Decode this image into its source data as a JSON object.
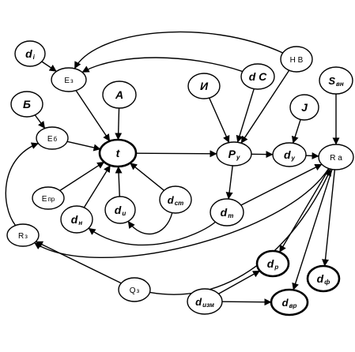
{
  "nodes": [
    {
      "id": "di",
      "main": "d",
      "sub": "i",
      "style": "b"
    },
    {
      "id": "Ez",
      "main": "E",
      "sub": "з",
      "style": "r"
    },
    {
      "id": "HB",
      "main": "Н В",
      "sub": "",
      "style": "r"
    },
    {
      "id": "dC",
      "main": "d C",
      "sub": "",
      "style": "b"
    },
    {
      "id": "A",
      "main": "A",
      "sub": "",
      "style": "b"
    },
    {
      "id": "I",
      "main": "И",
      "sub": "",
      "style": "b"
    },
    {
      "id": "Sen",
      "main": "S",
      "sub": "вн",
      "style": "b"
    },
    {
      "id": "B",
      "main": "Б",
      "sub": "",
      "style": "b"
    },
    {
      "id": "J",
      "main": "J",
      "sub": "",
      "style": "b"
    },
    {
      "id": "Eb",
      "main": "E",
      "sub": "б",
      "style": "r"
    },
    {
      "id": "t",
      "main": "t",
      "sub": "",
      "style": "b",
      "thick": true
    },
    {
      "id": "Py",
      "main": "P",
      "sub": "у",
      "style": "b"
    },
    {
      "id": "dy",
      "main": "d",
      "sub": "у",
      "style": "b"
    },
    {
      "id": "Ra",
      "main": "R a",
      "sub": "",
      "style": "r"
    },
    {
      "id": "Epr",
      "main": "E",
      "sub": "пр",
      "style": "r"
    },
    {
      "id": "dst",
      "main": "d",
      "sub": "ст",
      "style": "b"
    },
    {
      "id": "dn",
      "main": "d",
      "sub": "н",
      "style": "b"
    },
    {
      "id": "dI",
      "main": "d",
      "sub": "и",
      "style": "b"
    },
    {
      "id": "dT",
      "main": "d",
      "sub": "т",
      "style": "b"
    },
    {
      "id": "Rz",
      "main": "R",
      "sub": "з",
      "style": "r"
    },
    {
      "id": "dr",
      "main": "d",
      "sub": "р",
      "style": "b",
      "thick": true
    },
    {
      "id": "df",
      "main": "d",
      "sub": "ф",
      "style": "b",
      "thick": true
    },
    {
      "id": "Qz",
      "main": "Q",
      "sub": "з",
      "style": "r"
    },
    {
      "id": "dizm",
      "main": "d",
      "sub": "изм",
      "style": "b"
    },
    {
      "id": "dvr",
      "main": "d",
      "sub": "вр",
      "style": "b",
      "thick": true
    }
  ],
  "edges": [
    {
      "from": "di",
      "to": "Ez"
    },
    {
      "from": "Ez",
      "to": "t"
    },
    {
      "from": "HB",
      "to": "Ez"
    },
    {
      "from": "dC",
      "to": "Ez"
    },
    {
      "from": "HB",
      "to": "Py"
    },
    {
      "from": "dC",
      "to": "Py"
    },
    {
      "from": "I",
      "to": "Py"
    },
    {
      "from": "A",
      "to": "t"
    },
    {
      "from": "B",
      "to": "Eb"
    },
    {
      "from": "Eb",
      "to": "t"
    },
    {
      "from": "Epr",
      "to": "t"
    },
    {
      "from": "dn",
      "to": "t"
    },
    {
      "from": "dI",
      "to": "t"
    },
    {
      "from": "dst",
      "to": "t"
    },
    {
      "from": "dst",
      "to": "dI"
    },
    {
      "from": "t",
      "to": "Py"
    },
    {
      "from": "Py",
      "to": "dy"
    },
    {
      "from": "Py",
      "to": "dT"
    },
    {
      "from": "J",
      "to": "dy"
    },
    {
      "from": "dy",
      "to": "Ra"
    },
    {
      "from": "Sen",
      "to": "Ra"
    },
    {
      "from": "dT",
      "to": "Ra"
    },
    {
      "from": "dT",
      "to": "dn"
    },
    {
      "from": "Ra",
      "to": "Rz"
    },
    {
      "from": "Ra",
      "to": "dr"
    },
    {
      "from": "Ra",
      "to": "dvr"
    },
    {
      "from": "Ra",
      "to": "df"
    },
    {
      "from": "Rz",
      "to": "Eb"
    },
    {
      "from": "Qz",
      "to": "Rz"
    },
    {
      "from": "Qz",
      "to": "Ra"
    },
    {
      "from": "dizm",
      "to": "dr"
    },
    {
      "from": "dizm",
      "to": "dvr"
    }
  ]
}
